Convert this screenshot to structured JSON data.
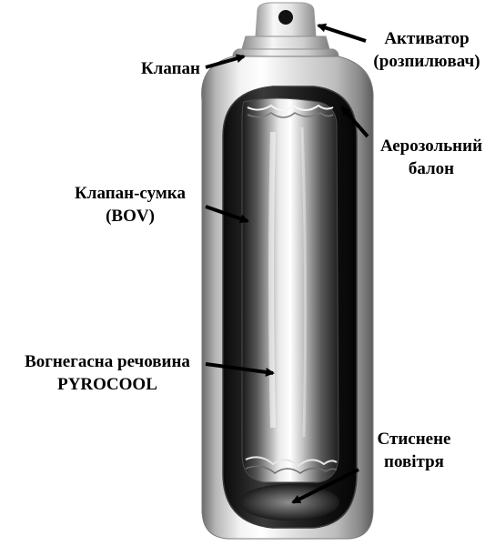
{
  "labels": {
    "activator": {
      "line1": "Активатор",
      "line2": "(розпилювач)"
    },
    "valve": {
      "line1": "Клапан"
    },
    "aerosol_can": {
      "line1": "Аерозольний",
      "line2": "балон"
    },
    "bag_valve": {
      "line1": "Клапан-сумка",
      "line2": "(BOV)"
    },
    "extinguishing_agent": {
      "line1": "Вогнегасна речовина",
      "line2": "PYROCOOL"
    },
    "compressed_air": {
      "line1": "Стиснене",
      "line2": "повітря"
    }
  }
}
